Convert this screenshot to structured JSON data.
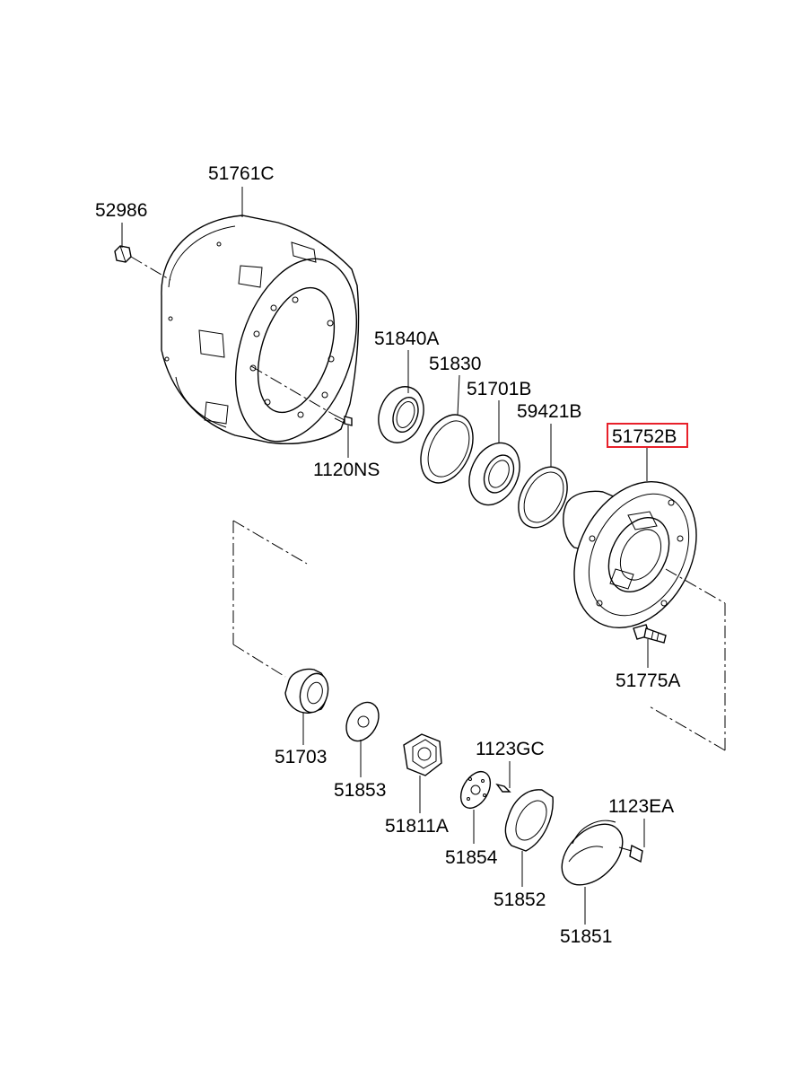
{
  "labels": {
    "p51761C": "51761C",
    "p52986": "52986",
    "p51840A": "51840A",
    "p51830": "51830",
    "p51701B": "51701B",
    "p59421B": "59421B",
    "p51752B": "51752B",
    "p1120NS": "1120NS",
    "p51775A": "51775A",
    "p51703": "51703",
    "p51853": "51853",
    "p51811A": "51811A",
    "p1123GC": "1123GC",
    "p51854": "51854",
    "p51852": "51852",
    "p1123EA": "1123EA",
    "p51851": "51851"
  },
  "highlight": {
    "part": "51752B",
    "color": "#e8202a"
  }
}
